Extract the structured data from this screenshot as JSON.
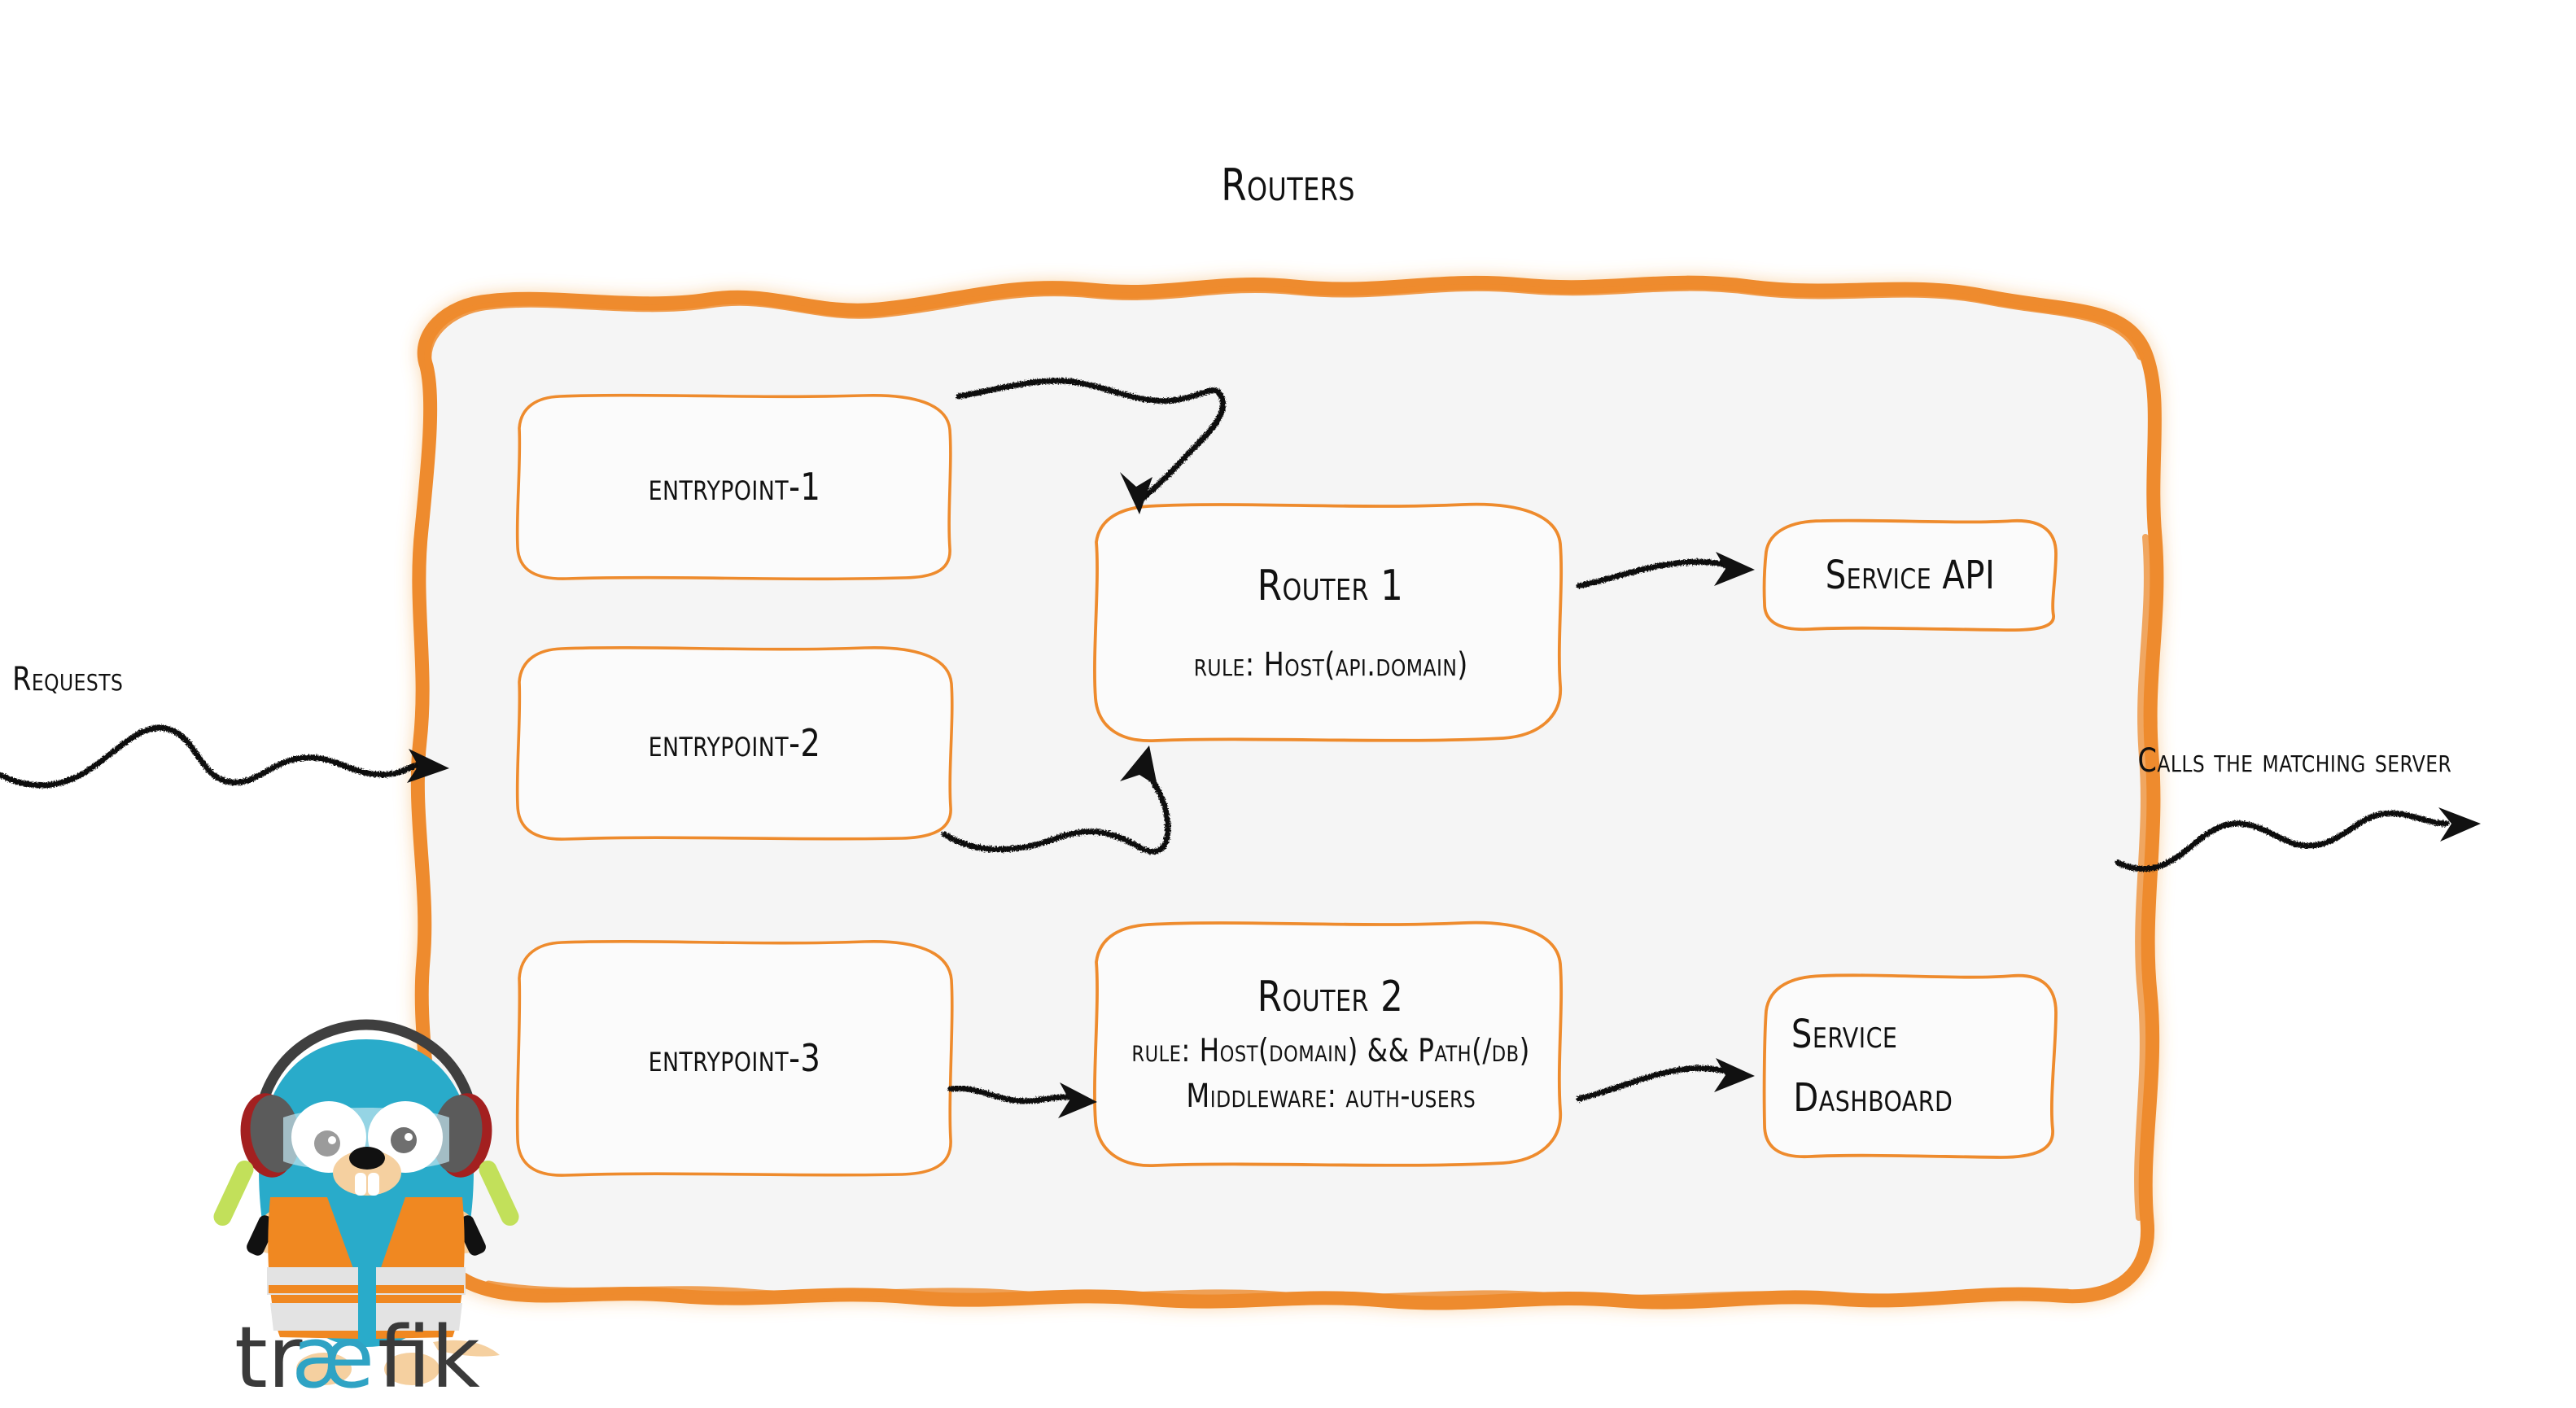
{
  "diagram": {
    "title": "Routers",
    "colors": {
      "accent_orange": "#ee8b2d",
      "panel_background": "#f5f5f5",
      "ink_black": "#111111",
      "gopher_body_cyan": "#29abca",
      "vest_orange": "#f08821",
      "vest_stripe_gray": "#e3e3e3",
      "wand_green": "#c2e05a",
      "headphone_gray": "#5b5b5b",
      "headphone_red": "#a32020",
      "wordmark_dark": "#3a3a3a",
      "wordmark_cyan": "#2fa3c4"
    },
    "entrypoints": [
      {
        "id": "entrypoint-1",
        "label": "entrypoint-1"
      },
      {
        "id": "entrypoint-2",
        "label": "entrypoint-2"
      },
      {
        "id": "entrypoint-3",
        "label": "entrypoint-3"
      }
    ],
    "routers": [
      {
        "id": "router-1",
        "title": "Router 1",
        "lines": [
          "rule: Host(api.domain)"
        ]
      },
      {
        "id": "router-2",
        "title": "Router 2",
        "lines": [
          "rule: Host(domain) && Path(/db)",
          "Middleware: auth-users"
        ]
      }
    ],
    "services": [
      {
        "id": "service-api",
        "lines": [
          "Service API"
        ]
      },
      {
        "id": "service-dashboard",
        "lines": [
          "Service",
          "Dashboard"
        ]
      }
    ],
    "annotations": {
      "left_label": "Requests",
      "right_label": "Calls the matching server"
    },
    "logo": {
      "wordmark": "træfik",
      "wordmark_part_1": "tr",
      "wordmark_part_2": "æ",
      "wordmark_part_3": "fik"
    }
  }
}
